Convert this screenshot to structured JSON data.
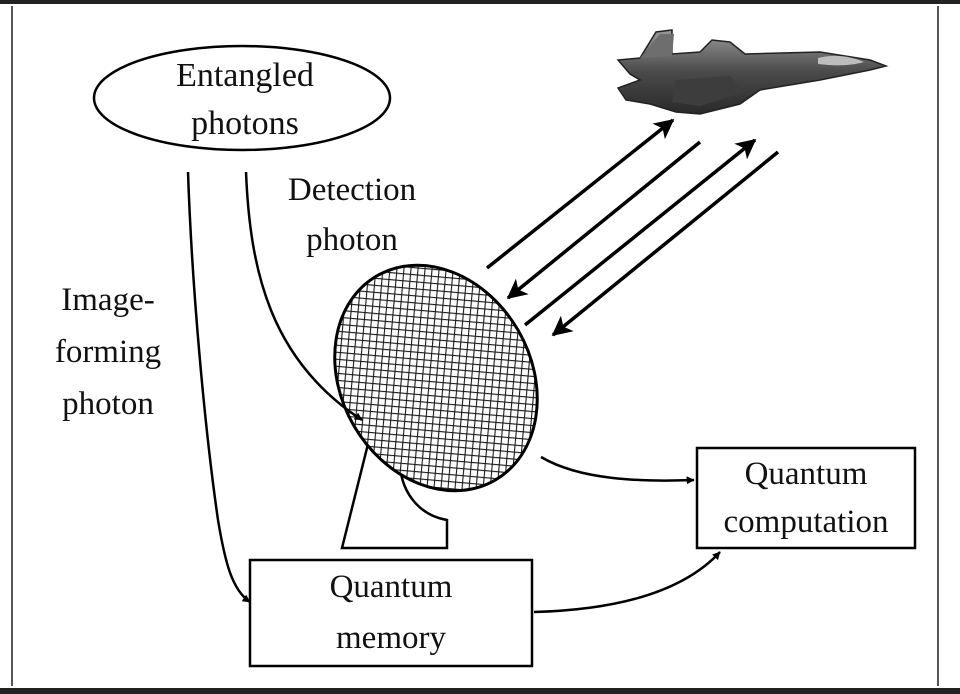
{
  "diagram": {
    "nodes": {
      "entangled": {
        "line1": "Entangled",
        "line2": "photons"
      },
      "memory": {
        "line1": "Quantum",
        "line2": "memory"
      },
      "computation": {
        "line1": "Quantum",
        "line2": "computation"
      }
    },
    "edge_labels": {
      "detection": {
        "line1": "Detection",
        "line2": "photon"
      },
      "image_forming": {
        "line1": "Image-",
        "line2": "forming",
        "line3": "photon"
      }
    },
    "icons": [
      "radar-dish-icon",
      "jet-aircraft-icon"
    ]
  }
}
